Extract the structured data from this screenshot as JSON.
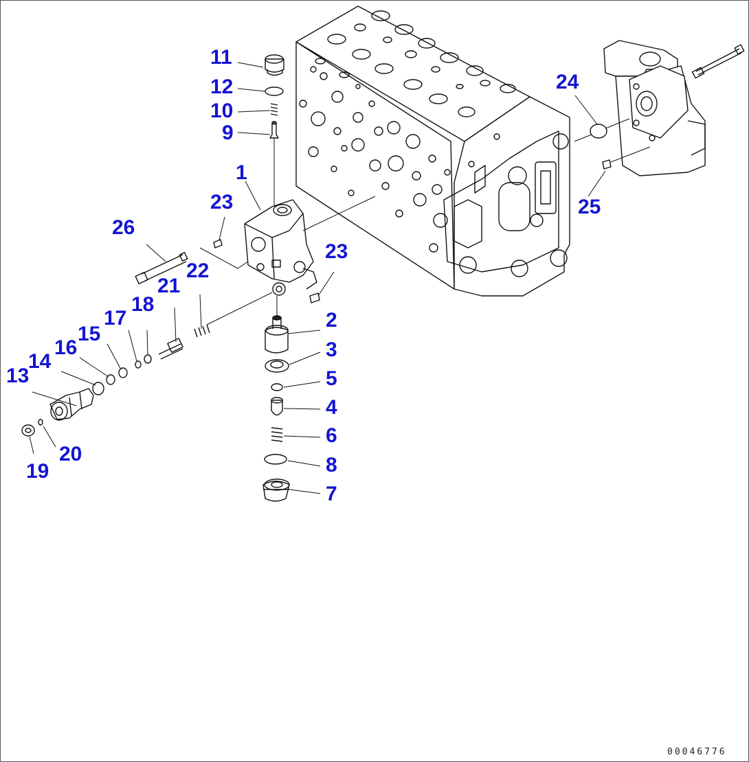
{
  "diagram": {
    "drawing_number": "00046776",
    "label_color": "#1414d2",
    "line_color": "#111111",
    "callouts": {
      "c1": "1",
      "c2": "2",
      "c3": "3",
      "c4": "4",
      "c5": "5",
      "c6": "6",
      "c7": "7",
      "c8": "8",
      "c9": "9",
      "c10": "10",
      "c11": "11",
      "c12": "12",
      "c13": "13",
      "c14": "14",
      "c15": "15",
      "c16": "16",
      "c17": "17",
      "c18": "18",
      "c19": "19",
      "c20": "20",
      "c21": "21",
      "c22": "22",
      "c23a": "23",
      "c23b": "23",
      "c24": "24",
      "c25": "25",
      "c26": "26"
    }
  }
}
